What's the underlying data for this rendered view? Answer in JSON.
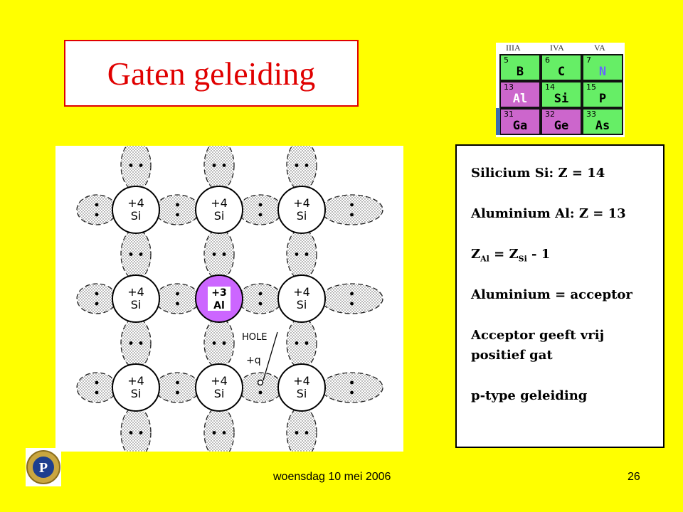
{
  "title": "Gaten geleiding",
  "periodic_table": {
    "headers": [
      "IIIA",
      "IVA",
      "VA"
    ],
    "cells": [
      {
        "num": "5",
        "sym": "B",
        "color": "#66ee66",
        "symcolor": "#000000"
      },
      {
        "num": "6",
        "sym": "C",
        "color": "#66ee66",
        "symcolor": "#000000"
      },
      {
        "num": "7",
        "sym": "N",
        "color": "#66ee66",
        "symcolor": "#6666ff"
      },
      {
        "num": "13",
        "sym": "Al",
        "color": "#cc66cc",
        "symcolor": "#ffffff"
      },
      {
        "num": "14",
        "sym": "Si",
        "color": "#66ee66",
        "symcolor": "#000000"
      },
      {
        "num": "15",
        "sym": "P",
        "color": "#66ee66",
        "symcolor": "#000000"
      },
      {
        "num": "31",
        "sym": "Ga",
        "color": "#cc66cc",
        "symcolor": "#000000"
      },
      {
        "num": "32",
        "sym": "Ge",
        "color": "#cc66cc",
        "symcolor": "#000000"
      },
      {
        "num": "33",
        "sym": "As",
        "color": "#66ee66",
        "symcolor": "#000000"
      }
    ]
  },
  "diagram": {
    "si_charge": "+4",
    "si_label": "Si",
    "al_charge": "+3",
    "al_label": "Al",
    "al_color": "#cc66ff",
    "hole_label": "HOLE",
    "hole_charge": "+q"
  },
  "info": {
    "line1": "Silicium Si: Z = 14",
    "line2": "Aluminium Al: Z = 13",
    "line3_z": "Z",
    "line3_sub1": "Al",
    "line3_mid": " = Z",
    "line3_sub2": "Si",
    "line3_end": " - 1",
    "line4": "Aluminium = acceptor",
    "line5a": "Acceptor geeft vrij",
    "line5b": "positief gat",
    "line6": "p-type geleiding"
  },
  "footer": {
    "date": "woensdag 10 mei 2006",
    "page": "26"
  }
}
